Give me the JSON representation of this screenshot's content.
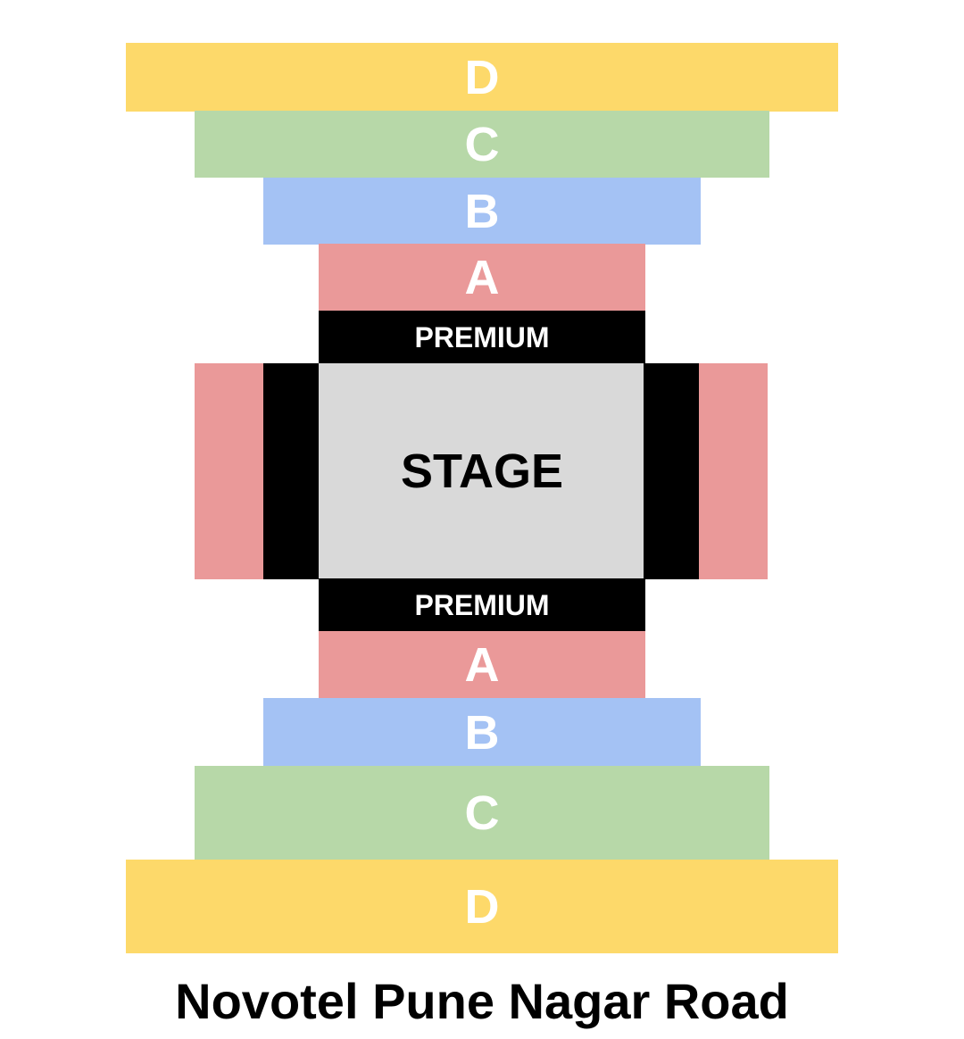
{
  "colors": {
    "section_d": "#FDD96A",
    "section_c": "#B7D8A8",
    "section_b": "#A4C2F4",
    "section_a": "#EA9999",
    "premium": "#000000",
    "stage": "#D9D9D9"
  },
  "sections": {
    "top": {
      "d": "D",
      "c": "C",
      "b": "B",
      "a": "A",
      "premium": "PREMIUM"
    },
    "bottom": {
      "premium": "PREMIUM",
      "a": "A",
      "b": "B",
      "c": "C",
      "d": "D"
    }
  },
  "stage": {
    "label": "STAGE"
  },
  "venue": {
    "name": "Novotel Pune Nagar Road"
  }
}
